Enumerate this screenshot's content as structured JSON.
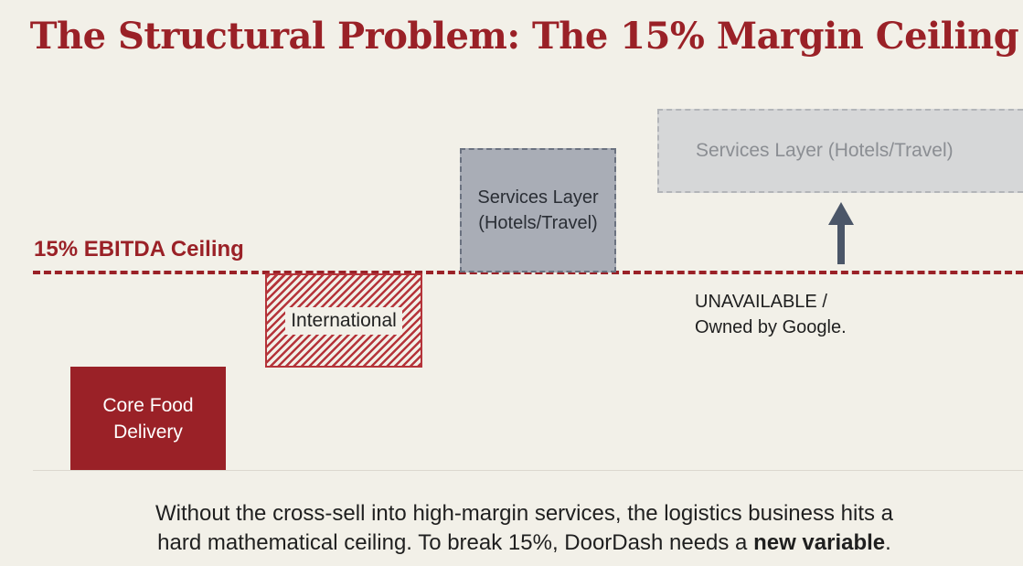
{
  "title": "The Structural Problem: The 15% Margin Ceiling",
  "ceiling": {
    "label": "15% EBITDA Ceiling"
  },
  "blocks": {
    "core": {
      "line1": "Core Food",
      "line2": "Delivery"
    },
    "international": {
      "label": "International"
    },
    "services_available": {
      "line1": "Services Layer",
      "line2": "(Hotels/Travel)"
    },
    "services_unavailable": {
      "label": "Services Layer (Hotels/Travel)"
    }
  },
  "unavailable_note": {
    "line1": "UNAVAILABLE /",
    "line2": "Owned by Google."
  },
  "caption": {
    "line1": "Without the cross-sell into high-margin services, the logistics business hits a",
    "line2_prefix": "hard mathematical ceiling. To break 15%, DoorDash needs a ",
    "line2_bold": "new variable",
    "line2_suffix": "."
  },
  "icons": {
    "arrow": "arrow-up-icon"
  },
  "colors": {
    "accent": "#9a2127",
    "background": "#f2f0e8",
    "services_available": "#a9adb6",
    "services_unavailable": "#d6d7d8",
    "arrow": "#4b5668"
  }
}
